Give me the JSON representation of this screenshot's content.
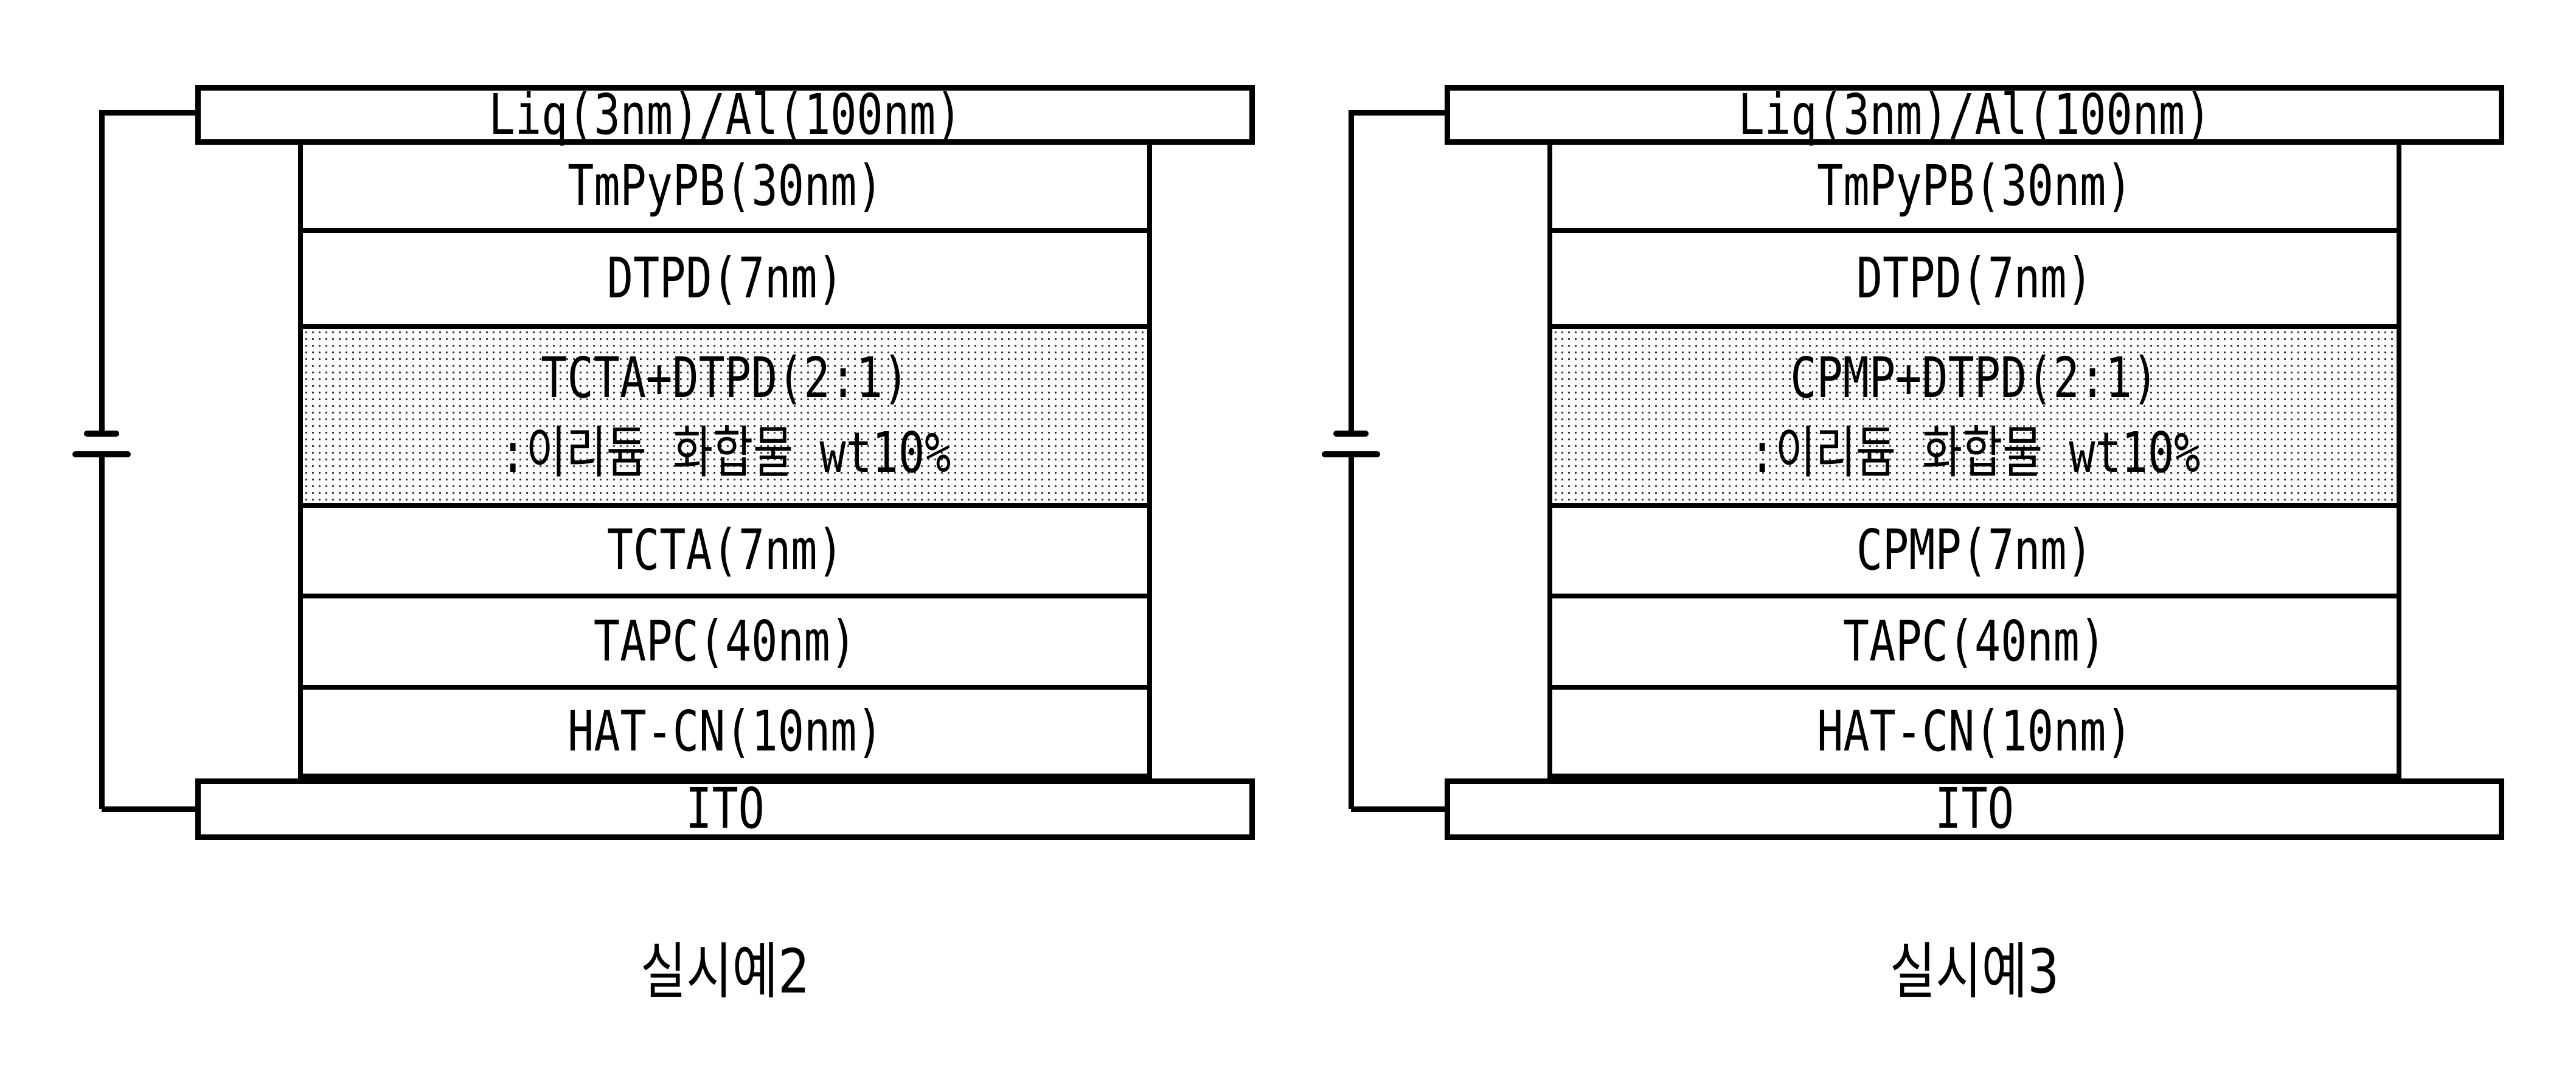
{
  "figure": {
    "description_labels": {
      "left_caption": "실시예2",
      "right_caption": "실시예3"
    }
  },
  "colors": {
    "line": "#000000",
    "background": "#ffffff",
    "shaded_layer_dots": "#000000"
  },
  "devices": [
    {
      "caption": "실시예2",
      "cathode_label": "Liq(3nm)/Al(100nm)",
      "anode_label": "ITO",
      "stack": [
        {
          "label": "TmPyPB(30nm)"
        },
        {
          "label": "DTPD(7nm)"
        },
        {
          "label": "TCTA+DTPD(2:1)",
          "label2": ":이리듐 화합물 wt10%"
        },
        {
          "label": "TCTA(7nm)"
        },
        {
          "label": "TAPC(40nm)"
        },
        {
          "label": "HAT-CN(10nm)"
        }
      ]
    },
    {
      "caption": "실시예3",
      "cathode_label": "Liq(3nm)/Al(100nm)",
      "anode_label": "ITO",
      "stack": [
        {
          "label": "TmPyPB(30nm)"
        },
        {
          "label": "DTPD(7nm)"
        },
        {
          "label": "CPMP+DTPD(2:1)",
          "label2": ":이리듐 화합물 wt10%"
        },
        {
          "label": "CPMP(7nm)"
        },
        {
          "label": "TAPC(40nm)"
        },
        {
          "label": "HAT-CN(10nm)"
        }
      ]
    }
  ]
}
